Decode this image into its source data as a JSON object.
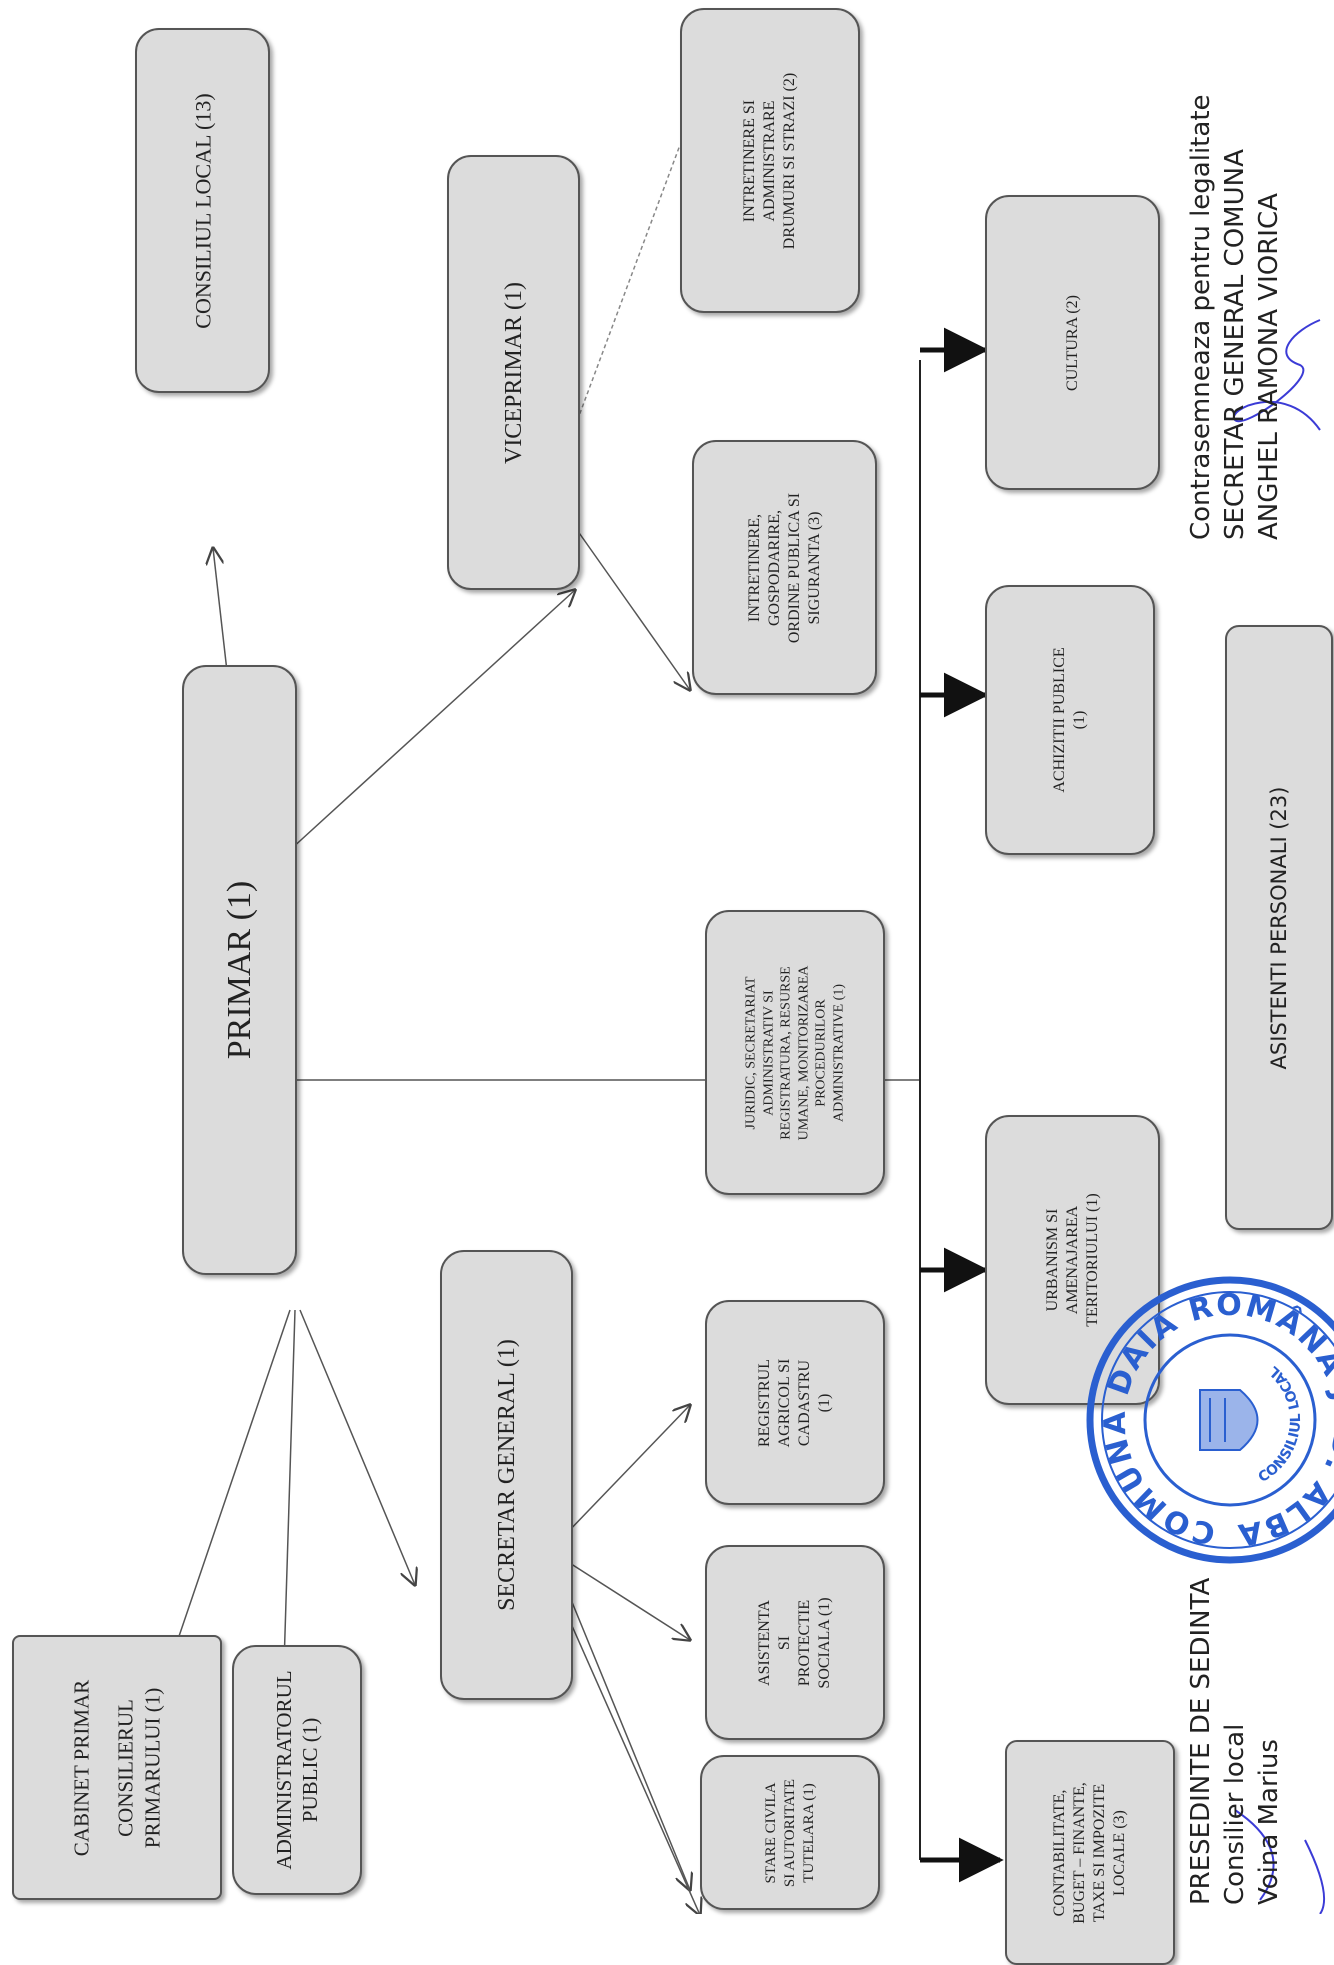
{
  "org": {
    "primar": "PRIMAR (1)",
    "consiliu": "CONSILIUL LOCAL (13)",
    "viceprimar": "VICEPRIMAR (1)",
    "secretar": "SECRETAR GENERAL (1)",
    "cabinet": [
      "CABINET PRIMAR",
      "CONSILIERUL",
      "PRIMARULUI (1)"
    ],
    "administrator": [
      "ADMINISTRATORUL",
      "PUBLIC (1)"
    ],
    "drumuri": [
      "INTRETINERE SI",
      "ADMINISTRARE",
      "DRUMURI SI STRAZI (2)"
    ],
    "intretinere": [
      "INTRETINERE,",
      "GOSPODARIRE,",
      "ORDINE PUBLICA SI",
      "SIGURANTA (3)"
    ],
    "juridic": [
      "JURIDIC, SECRETARIAT",
      "ADMINISTRATIV SI",
      "REGISTRATURA, RESURSE",
      "UMANE, MONITORIZAREA",
      "PROCEDURILOR",
      "ADMINISTRATIVE (1)"
    ],
    "registrul": [
      "REGISTRUL",
      "AGRICOL SI",
      "CADASTRU",
      "(1)"
    ],
    "asistenta": [
      "ASISTENTA",
      "SI",
      "PROTECTIE",
      "SOCIALA (1)"
    ],
    "stare_civila": [
      "STARE CIVILA",
      "SI AUTORITATE",
      "TUTELARA (1)"
    ],
    "cultura": "CULTURA (2)",
    "achizitii": [
      "ACHIZITII PUBLICE",
      "(1)"
    ],
    "urbanism": [
      "URBANISM SI",
      "AMENAJAREA",
      "TERITORIULUI (1)"
    ],
    "contabilitate": [
      "CONTABILITATE,",
      "BUGET – FINANTE,",
      "TAXE SI IMPOZITE",
      "LOCALE (3)"
    ],
    "asistenti": "ASISTENTI PERSONALI (23)"
  },
  "signatures": {
    "right": [
      "Contrasemneaza pentru legalitate",
      "SECRETAR GENERAL COMUNA",
      "ANGHEL RAMONA VIORICA"
    ],
    "left": [
      "PRESEDINTE DE SEDINTA",
      "Consilier local",
      "Voina Marius"
    ]
  },
  "stamp": {
    "outer_text": "COMUNA DAIA ROMÂNĂ JUD. ALBA",
    "inner_text": "CONSILIUL LOCAL"
  },
  "colors": {
    "box_fill": "#dcdcdc",
    "box_border": "#555555",
    "stamp_blue": "#2a5fd0",
    "ink_blue": "#3b3bd6"
  }
}
